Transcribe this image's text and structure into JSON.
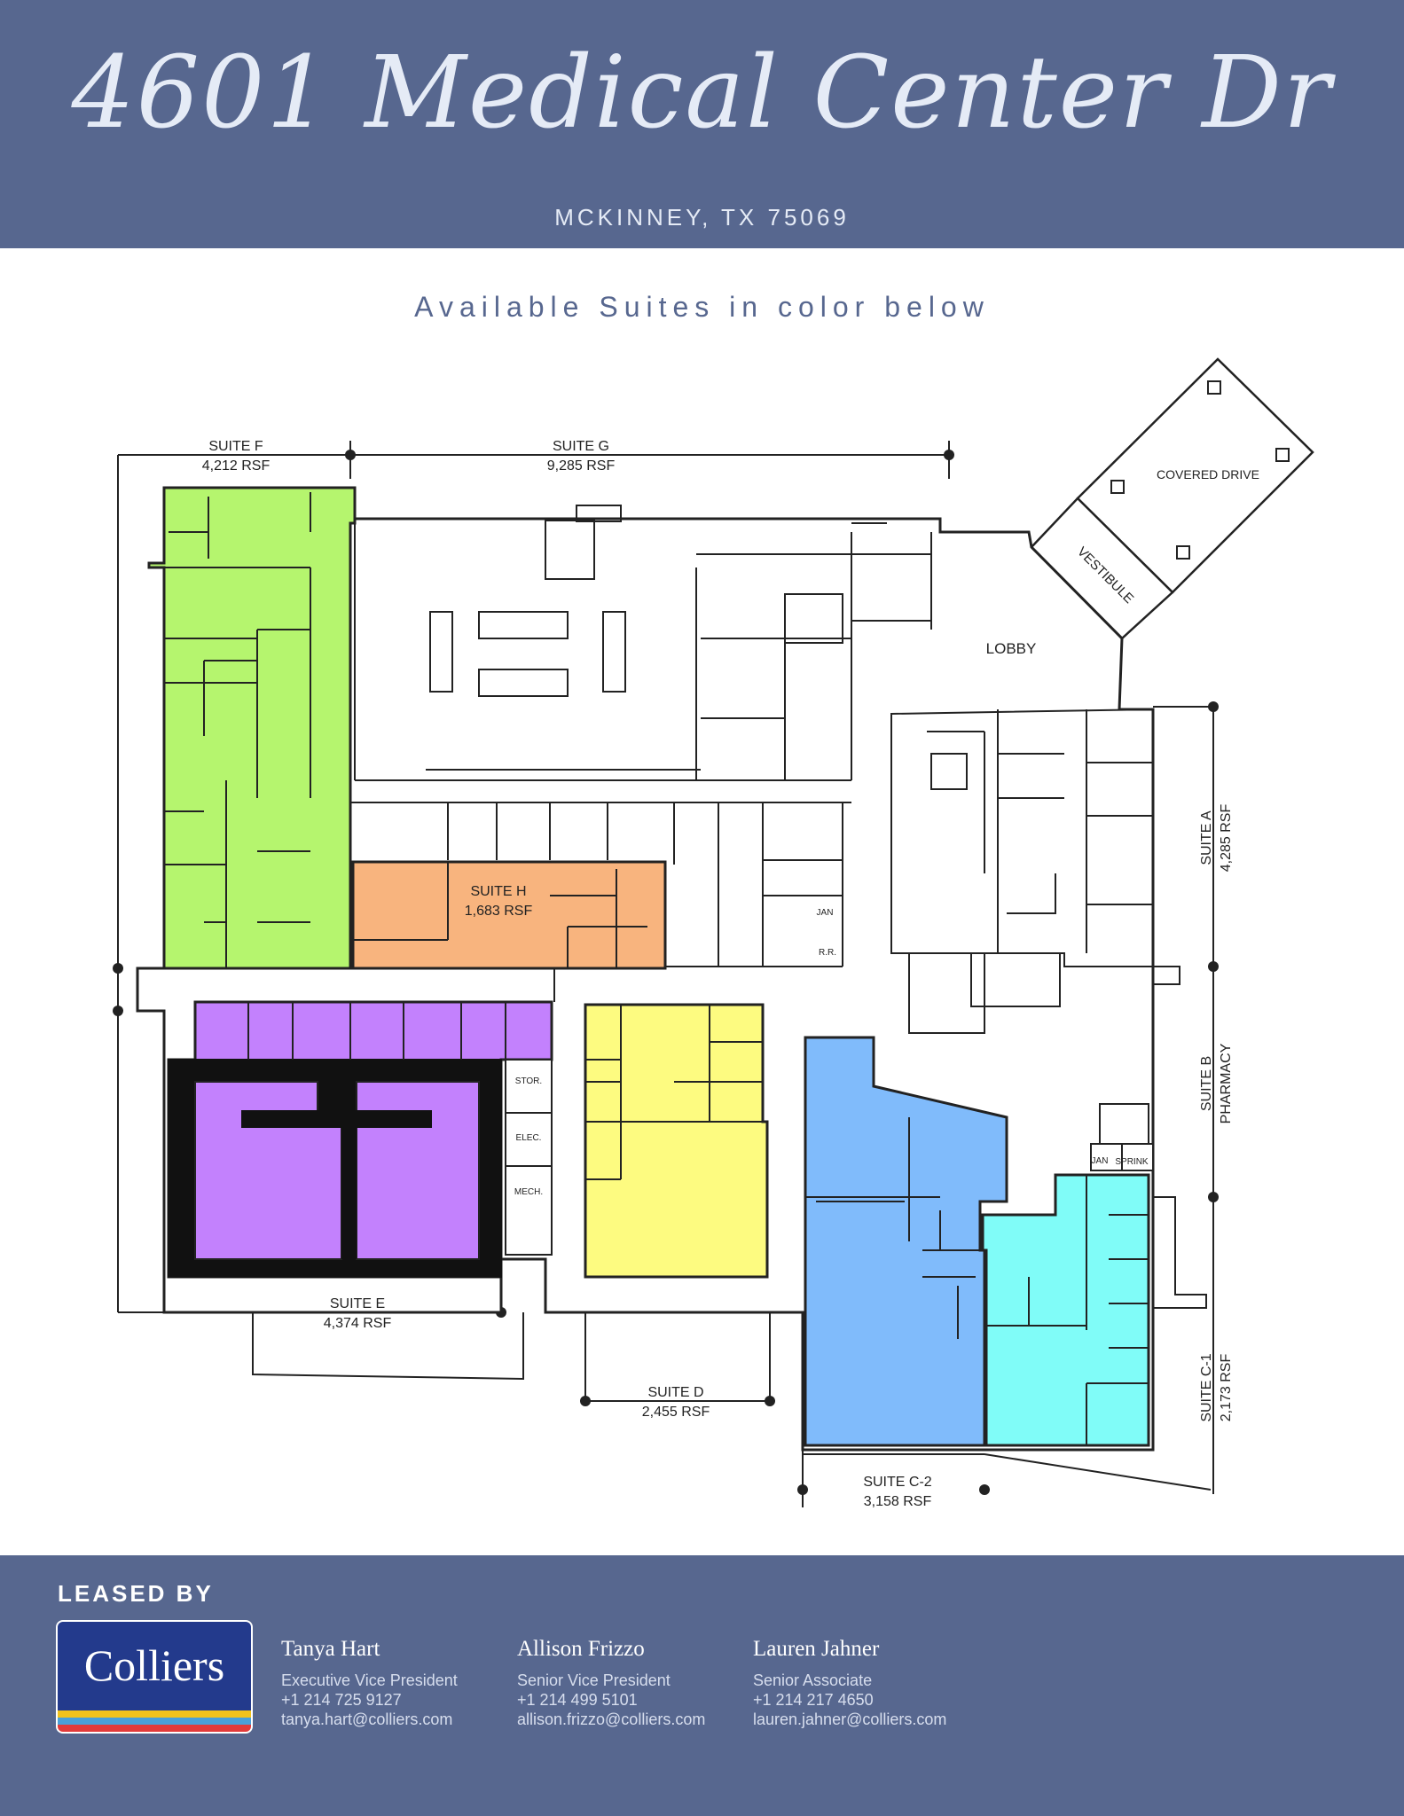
{
  "header": {
    "title": "4601 Medical Center Dr",
    "subtitle": "MCKINNEY, TX 75069"
  },
  "tagline": "Available Suites in color below",
  "floorplan": {
    "suite_f": {
      "name": "SUITE F",
      "area": "4,212 RSF",
      "color": "#b5f56e"
    },
    "suite_g": {
      "name": "SUITE G",
      "area": "9,285 RSF"
    },
    "suite_h": {
      "name": "SUITE H",
      "area": "1,683 RSF",
      "color": "#f8b47e"
    },
    "suite_e": {
      "name": "SUITE E",
      "area": "4,374 RSF",
      "color": "#c381fd"
    },
    "suite_d": {
      "name": "SUITE D",
      "area": "2,455 RSF",
      "color": "#fdfb80"
    },
    "suite_c2": {
      "name": "SUITE C-2",
      "area": "3,158 RSF",
      "color": "#80bbfb"
    },
    "suite_c1": {
      "name": "SUITE C-1",
      "area": "2,173 RSF",
      "color": "#80fcf8"
    },
    "suite_a": {
      "name": "SUITE A",
      "area": "4,285 RSF"
    },
    "suite_b": {
      "name": "SUITE B",
      "area": "PHARMACY"
    },
    "lobby": "LOBBY",
    "covered_drive": "COVERED DRIVE",
    "vestibule": "VESTIBULE",
    "stor": "STOR.",
    "elec": "ELEC.",
    "mech": "MECH.",
    "jan": "JAN",
    "rr": "R.R.",
    "jan2": "JAN",
    "sprink": "SPRINK"
  },
  "footer": {
    "leased_by": "LEASED BY",
    "logo_text": "Colliers",
    "contacts": [
      {
        "name": "Tanya Hart",
        "title": "Executive Vice President",
        "phone": "+1 214 725 9127",
        "email": "tanya.hart@colliers.com"
      },
      {
        "name": "Allison Frizzo",
        "title": "Senior Vice President",
        "phone": "+1 214 499 5101",
        "email": "allison.frizzo@colliers.com"
      },
      {
        "name": "Lauren Jahner",
        "title": "Senior Associate",
        "phone": "+1 214 217 4650",
        "email": "lauren.jahner@colliers.com"
      }
    ]
  },
  "colors": {
    "brand_band": "#57678f",
    "colliers_blue": "#233a8c"
  }
}
